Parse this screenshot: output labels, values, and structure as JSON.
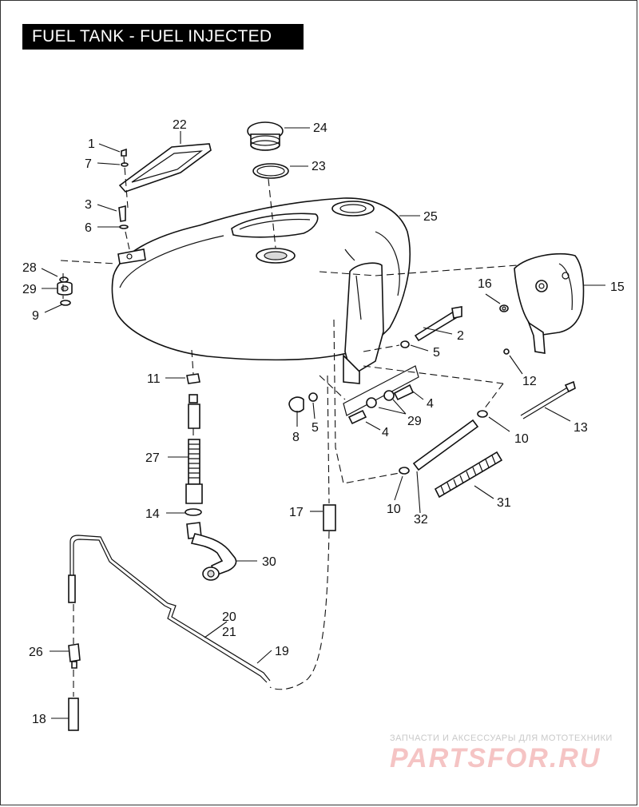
{
  "title": "FUEL TANK - FUEL INJECTED",
  "watermark": {
    "tagline": "ЗАПЧАСТИ И АКСЕССУАРЫ ДЛЯ МОТОТЕХНИКИ",
    "brand": "PARTSFOR.RU"
  },
  "callouts": [
    {
      "id": "c1",
      "text": "1"
    },
    {
      "id": "c7",
      "text": "7"
    },
    {
      "id": "c22",
      "text": "22"
    },
    {
      "id": "c24",
      "text": "24"
    },
    {
      "id": "c23",
      "text": "23"
    },
    {
      "id": "c3",
      "text": "3"
    },
    {
      "id": "c6",
      "text": "6"
    },
    {
      "id": "c25",
      "text": "25"
    },
    {
      "id": "c28",
      "text": "28"
    },
    {
      "id": "c29a",
      "text": "29"
    },
    {
      "id": "c9",
      "text": "9"
    },
    {
      "id": "c16",
      "text": "16"
    },
    {
      "id": "c15",
      "text": "15"
    },
    {
      "id": "c2",
      "text": "2"
    },
    {
      "id": "c5a",
      "text": "5"
    },
    {
      "id": "c12",
      "text": "12"
    },
    {
      "id": "c11",
      "text": "11"
    },
    {
      "id": "c13",
      "text": "13"
    },
    {
      "id": "c4a",
      "text": "4"
    },
    {
      "id": "c29b",
      "text": "29"
    },
    {
      "id": "c8",
      "text": "8"
    },
    {
      "id": "c5b",
      "text": "5"
    },
    {
      "id": "c4b",
      "text": "4"
    },
    {
      "id": "c10a",
      "text": "10"
    },
    {
      "id": "c27",
      "text": "27"
    },
    {
      "id": "c31",
      "text": "31"
    },
    {
      "id": "c10b",
      "text": "10"
    },
    {
      "id": "c14",
      "text": "14"
    },
    {
      "id": "c17",
      "text": "17"
    },
    {
      "id": "c32",
      "text": "32"
    },
    {
      "id": "c30",
      "text": "30"
    },
    {
      "id": "c20",
      "text": "20"
    },
    {
      "id": "c21",
      "text": "21"
    },
    {
      "id": "c26",
      "text": "26"
    },
    {
      "id": "c19",
      "text": "19"
    },
    {
      "id": "c18",
      "text": "18"
    }
  ]
}
